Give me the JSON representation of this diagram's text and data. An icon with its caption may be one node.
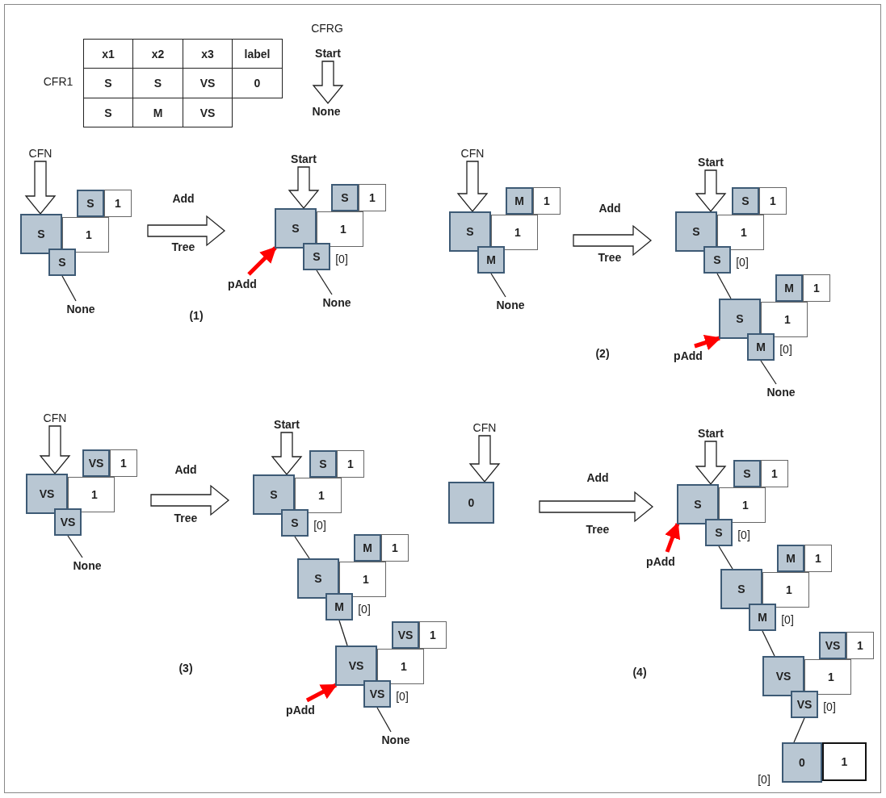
{
  "diagram": {
    "nodes": [
      {
        "text": [
          "Start"
        ]
      },
      {
        "text": [
          "None"
        ]
      },
      {
        "text": [
          "CFN"
        ]
      },
      {
        "text": [
          "S"
        ]
      },
      {
        "text": [
          "S"
        ]
      },
      {
        "text": [
          "1"
        ]
      },
      {
        "text": [
          "1"
        ]
      },
      {
        "text": [
          "S"
        ]
      },
      {
        "text": [
          "None"
        ]
      },
      {
        "text": [
          "Start"
        ]
      },
      {
        "text": [
          "S"
        ]
      },
      {
        "text": [
          "S"
        ]
      },
      {
        "text": [
          "1"
        ]
      },
      {
        "text": [
          "1"
        ]
      },
      {
        "text": [
          "S"
        ],
        "beside": [
          "[0]"
        ]
      },
      {
        "text": [
          "pAdd"
        ]
      },
      {
        "text": [
          "None"
        ]
      },
      {
        "text": [
          "CFN"
        ]
      },
      {
        "text": [
          "S"
        ]
      },
      {
        "text": [
          "M"
        ]
      },
      {
        "text": [
          "1"
        ]
      },
      {
        "text": [
          "1"
        ]
      },
      {
        "text": [
          "M"
        ]
      },
      {
        "text": [
          "None"
        ]
      },
      {
        "text": [
          "Start"
        ]
      },
      {
        "text": [
          "S"
        ]
      },
      {
        "text": [
          "S"
        ]
      },
      {
        "text": [
          "1"
        ]
      },
      {
        "text": [
          "1"
        ]
      },
      {
        "text": [
          "S"
        ],
        "beside": [
          "[0]"
        ]
      },
      {
        "text": [
          "S"
        ]
      },
      {
        "text": [
          "M"
        ]
      },
      {
        "text": [
          "1"
        ]
      },
      {
        "text": [
          "1"
        ]
      },
      {
        "text": [
          "M"
        ],
        "beside": [
          "[0]"
        ]
      },
      {
        "text": [
          "pAdd"
        ]
      },
      {
        "text": [
          "None"
        ]
      },
      {
        "text": [
          "CFN"
        ]
      },
      {
        "text": [
          "VS"
        ]
      },
      {
        "text": [
          "VS"
        ]
      },
      {
        "text": [
          "1"
        ]
      },
      {
        "text": [
          "1"
        ]
      },
      {
        "text": [
          "VS"
        ]
      },
      {
        "text": [
          "None"
        ]
      },
      {
        "text": [
          "Start"
        ]
      },
      {
        "text": [
          "S"
        ]
      },
      {
        "text": [
          "S"
        ]
      },
      {
        "text": [
          "1"
        ]
      },
      {
        "text": [
          "1"
        ]
      },
      {
        "text": [
          "S"
        ],
        "beside": [
          "[0]"
        ]
      },
      {
        "text": [
          "S"
        ]
      },
      {
        "text": [
          "M"
        ]
      },
      {
        "text": [
          "1"
        ]
      },
      {
        "text": [
          "1"
        ]
      },
      {
        "text": [
          "M"
        ],
        "beside": [
          "[0]"
        ]
      },
      {
        "text": [
          "VS"
        ]
      },
      {
        "text": [
          "VS"
        ]
      },
      {
        "text": [
          "1"
        ]
      },
      {
        "text": [
          "1"
        ]
      },
      {
        "text": [
          "VS"
        ],
        "beside": [
          "[0]"
        ]
      },
      {
        "text": [
          "pAdd"
        ]
      },
      {
        "text": [
          "None"
        ]
      },
      {
        "text": [
          "CFN"
        ]
      },
      {
        "text": [
          "0"
        ]
      },
      {
        "text": [
          "Start"
        ]
      },
      {
        "text": [
          "pAdd"
        ]
      },
      {
        "text": [
          "S"
        ]
      },
      {
        "text": [
          "S"
        ]
      },
      {
        "text": [
          "1"
        ]
      },
      {
        "text": [
          "1"
        ]
      },
      {
        "text": [
          "S"
        ],
        "beside": [
          "[0]"
        ]
      },
      {
        "text": [
          "S"
        ]
      },
      {
        "text": [
          "M"
        ]
      },
      {
        "text": [
          "1"
        ]
      },
      {
        "text": [
          "1"
        ]
      },
      {
        "text": [
          "M"
        ],
        "beside": [
          "[0]"
        ]
      },
      {
        "text": [
          "VS"
        ]
      },
      {
        "text": [
          "VS"
        ]
      },
      {
        "text": [
          "1"
        ]
      },
      {
        "text": [
          "1"
        ]
      },
      {
        "text": [
          "VS"
        ],
        "beside": [
          "[0]"
        ]
      },
      {
        "text": [
          "0"
        ],
        "beside": [
          "[0]"
        ]
      },
      {
        "text": [
          "1"
        ]
      }
    ],
    "edges": [
      {
        "from": 0,
        "to": 1,
        "arrow": "to"
      },
      {
        "from": 2,
        "to": 3,
        "arrow": "to"
      },
      {
        "from": 7,
        "to": 8,
        "arrow": "none"
      },
      {
        "from": 6,
        "to": 10,
        "arrow": "to"
      },
      {
        "from": 9,
        "to": 10,
        "arrow": "to"
      },
      {
        "from": 15,
        "to": 10,
        "arrow": "to",
        "style": "thick",
        "color": "#ff0000"
      },
      {
        "from": 14,
        "to": 16,
        "arrow": "none"
      },
      {
        "from": 17,
        "to": 18,
        "arrow": "to"
      },
      {
        "from": 22,
        "to": 23,
        "arrow": "none"
      },
      {
        "from": 21,
        "to": 25,
        "arrow": "to"
      },
      {
        "from": 24,
        "to": 25,
        "arrow": "to"
      },
      {
        "from": 29,
        "to": 30,
        "arrow": "none"
      },
      {
        "from": 35,
        "to": 30,
        "arrow": "to",
        "style": "thick",
        "color": "#ff0000"
      },
      {
        "from": 34,
        "to": 36,
        "arrow": "none"
      },
      {
        "from": 37,
        "to": 38,
        "arrow": "to"
      },
      {
        "from": 42,
        "to": 43,
        "arrow": "none"
      },
      {
        "from": 41,
        "to": 45,
        "arrow": "to"
      },
      {
        "from": 44,
        "to": 45,
        "arrow": "to"
      },
      {
        "from": 49,
        "to": 50,
        "arrow": "none"
      },
      {
        "from": 54,
        "to": 55,
        "arrow": "none"
      },
      {
        "from": 60,
        "to": 55,
        "arrow": "to",
        "style": "thick",
        "color": "#ff0000"
      },
      {
        "from": 59,
        "to": 61,
        "arrow": "none"
      },
      {
        "from": 62,
        "to": 63,
        "arrow": "to"
      },
      {
        "from": 63,
        "to": 66,
        "arrow": "to"
      },
      {
        "from": 64,
        "to": 66,
        "arrow": "to"
      },
      {
        "from": 65,
        "to": 66,
        "arrow": "to",
        "style": "thick",
        "color": "#ff0000"
      },
      {
        "from": 70,
        "to": 71,
        "arrow": "none"
      },
      {
        "from": 75,
        "to": 76,
        "arrow": "none"
      },
      {
        "from": 80,
        "to": 81,
        "arrow": "none"
      }
    ],
    "labels": [
      "CFRG",
      "x1",
      "x2",
      "x3",
      "label",
      "CFR1",
      "S",
      "S",
      "VS",
      "0",
      "S",
      "M",
      "VS",
      "Add",
      "Tree",
      "(1)",
      "Add",
      "Tree",
      "(2)",
      "Add",
      "Tree",
      "(3)",
      "Add",
      "Tree",
      "(4)"
    ]
  }
}
